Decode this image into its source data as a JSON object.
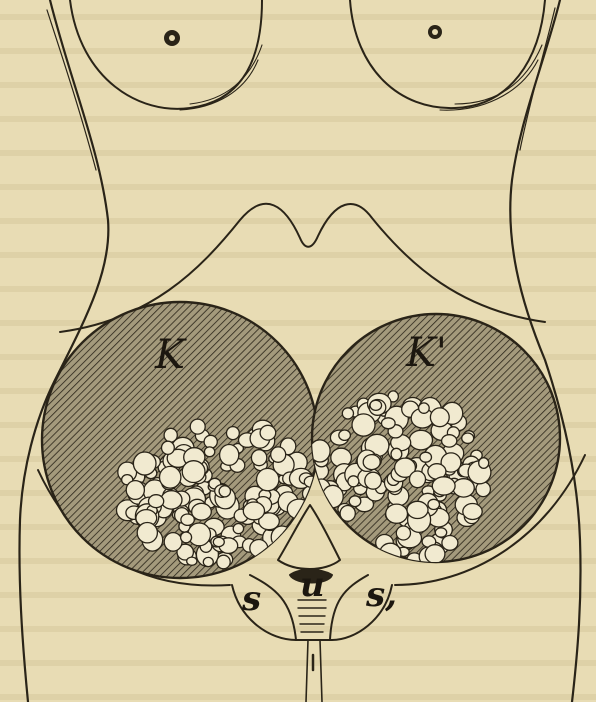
{
  "figure": {
    "labels": {
      "left_mass": "K",
      "right_mass": "K'",
      "left_lower": "s",
      "center_lower": "u",
      "right_lower": "s,"
    }
  },
  "colors": {
    "paper": "#e8dcb4",
    "ink": "#2a2418",
    "mass_fill": "#8d8468",
    "lobule_fill": "#f1ead0"
  }
}
